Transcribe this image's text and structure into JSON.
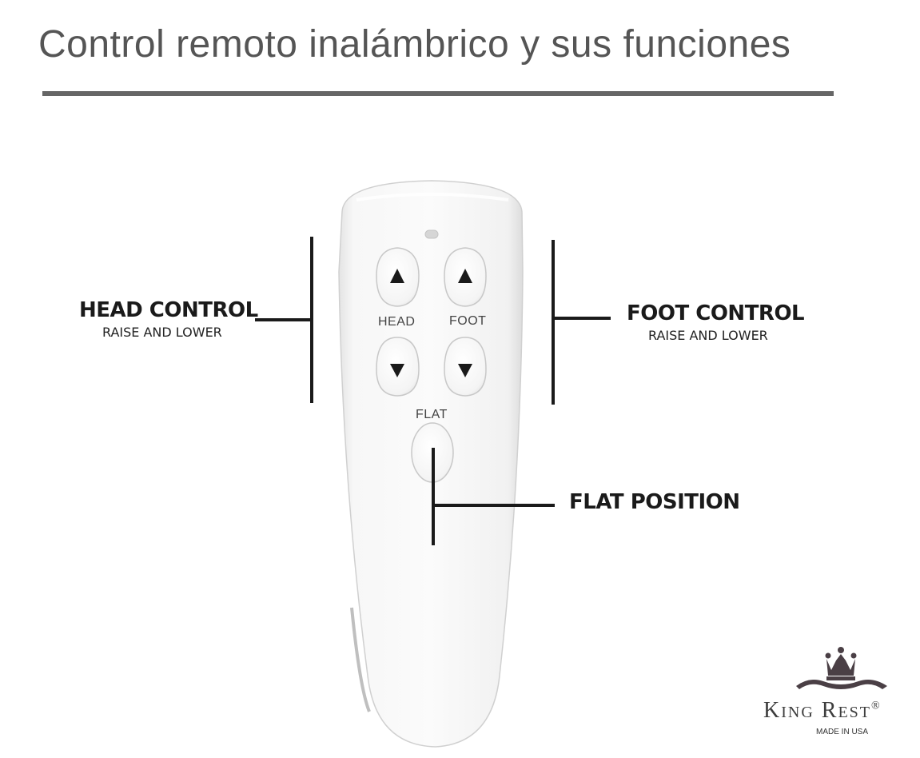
{
  "title": "Control remoto inalámbrico y sus funciones",
  "remote": {
    "head_label": "HEAD",
    "foot_label": "FOOT",
    "flat_label": "FLAT"
  },
  "callouts": {
    "head": {
      "title": "HEAD CONTROL",
      "subtitle": "RAISE AND LOWER"
    },
    "foot": {
      "title": "FOOT CONTROL",
      "subtitle": "RAISE AND LOWER"
    },
    "flat": {
      "title": "FLAT POSITION"
    }
  },
  "brand": {
    "name": "King Rest",
    "registered": "®",
    "tagline": "MADE IN USA"
  },
  "colors": {
    "title_text": "#555555",
    "rule": "#666666",
    "callout_text": "#1a1a1a",
    "remote_body": "#f2f2f2",
    "brand": "#4a3f45"
  }
}
